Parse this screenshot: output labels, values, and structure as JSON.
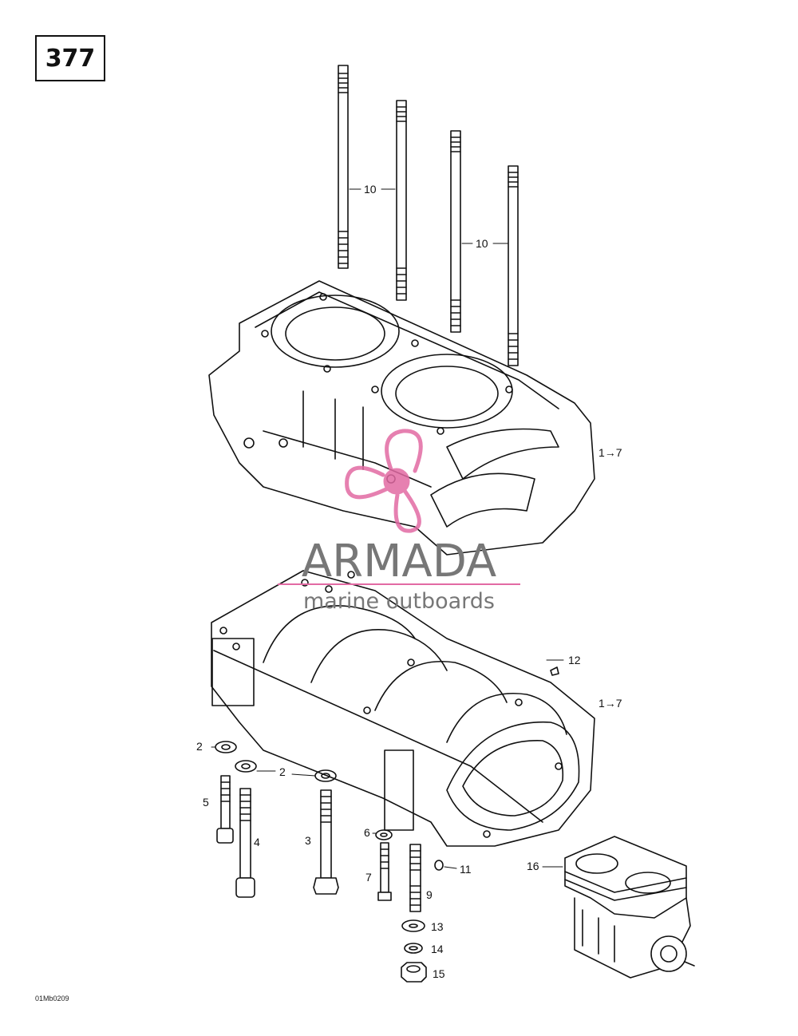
{
  "page_number": "377",
  "callouts": {
    "c1": "10",
    "c2": "10",
    "c3": "1→7",
    "c4": "12",
    "c5": "1→7",
    "c6": "2",
    "c7": "2",
    "c8": "5",
    "c9": "4",
    "c10": "3",
    "c11": "6",
    "c12": "7",
    "c13": "9",
    "c14": "11",
    "c15": "13",
    "c16": "14",
    "c17": "15",
    "c18": "16"
  },
  "watermark": {
    "brand": "ARMADA",
    "tagline": "marine outboards",
    "color": "#e26aa3"
  },
  "figure_code": "01Mb0209"
}
